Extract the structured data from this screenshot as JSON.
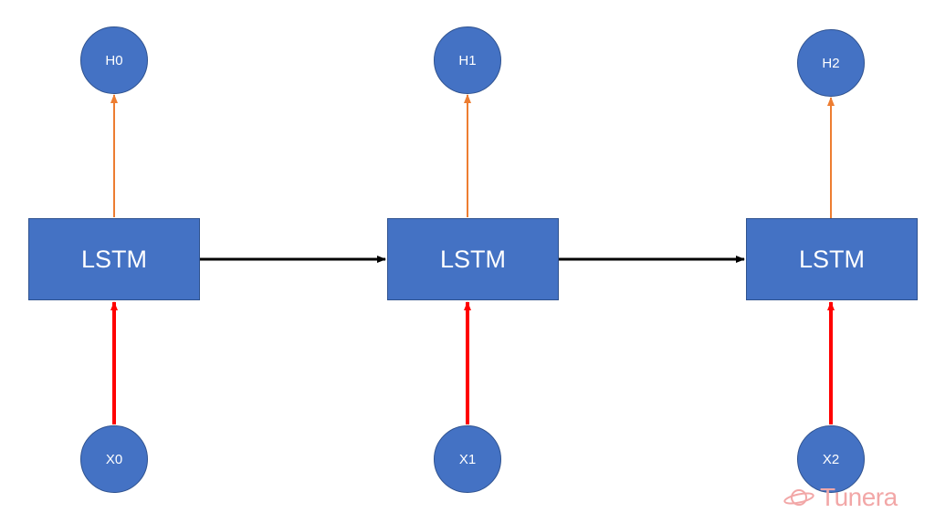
{
  "colors": {
    "box_fill": "#4472c4",
    "box_border": "#2f528f",
    "input_arrow": "#ff0000",
    "output_arrow": "#ed7d31",
    "recurrent_arrow": "#000000",
    "watermark": "#f2a7a7"
  },
  "cells": [
    {
      "label": "LSTM",
      "input": "X0",
      "output": "H0"
    },
    {
      "label": "LSTM",
      "input": "X1",
      "output": "H1"
    },
    {
      "label": "LSTM",
      "input": "X2",
      "output": "H2"
    }
  ],
  "watermark": {
    "text": "Tunera",
    "icon": "planet-logo-icon"
  }
}
